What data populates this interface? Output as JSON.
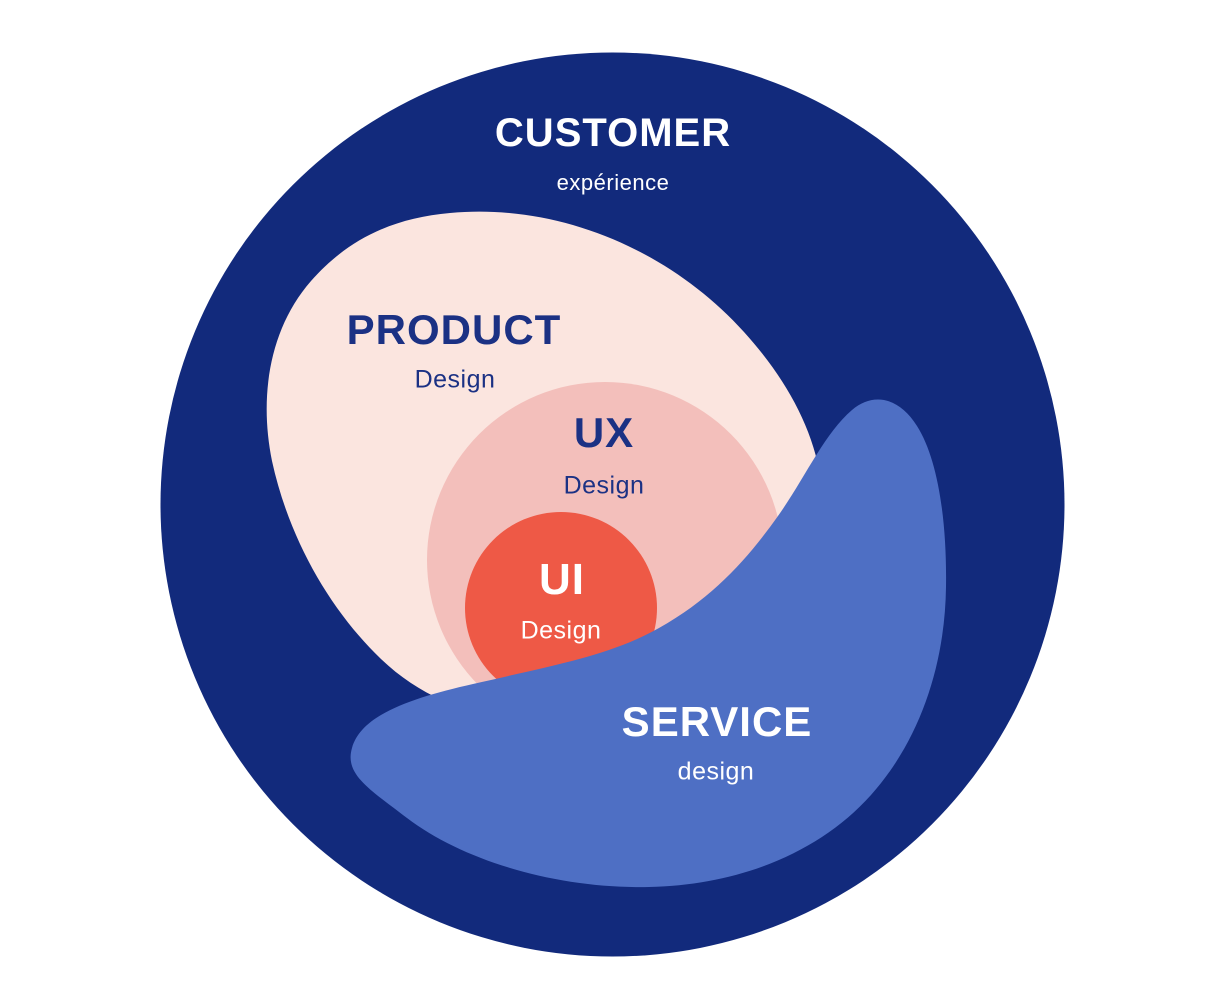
{
  "diagram": {
    "name": "customer-experience-design-venn",
    "background_color": "#FFFFFF",
    "layers": [
      {
        "id": "customer",
        "label": "CUSTOMER",
        "sublabel": "expérience",
        "shape": "circle",
        "fill_color": "#122A7C",
        "text_color": "#FFFFFF"
      },
      {
        "id": "product",
        "label": "PRODUCT",
        "sublabel": "Design",
        "shape": "organic-blob",
        "fill_color": "#FBE5DF",
        "text_color": "#1B3184"
      },
      {
        "id": "ux",
        "label": "UX",
        "sublabel": "Design",
        "shape": "circle",
        "fill_color": "#F3BFBB",
        "text_color": "#1B3184"
      },
      {
        "id": "ui",
        "label": "UI",
        "sublabel": "Design",
        "shape": "circle",
        "fill_color": "#EE5946",
        "text_color": "#FFFFFF"
      },
      {
        "id": "service",
        "label": "SERVICE",
        "sublabel": "design",
        "shape": "organic-blob",
        "fill_color": "#4E6FC4",
        "text_color": "#FFFFFF"
      }
    ]
  }
}
